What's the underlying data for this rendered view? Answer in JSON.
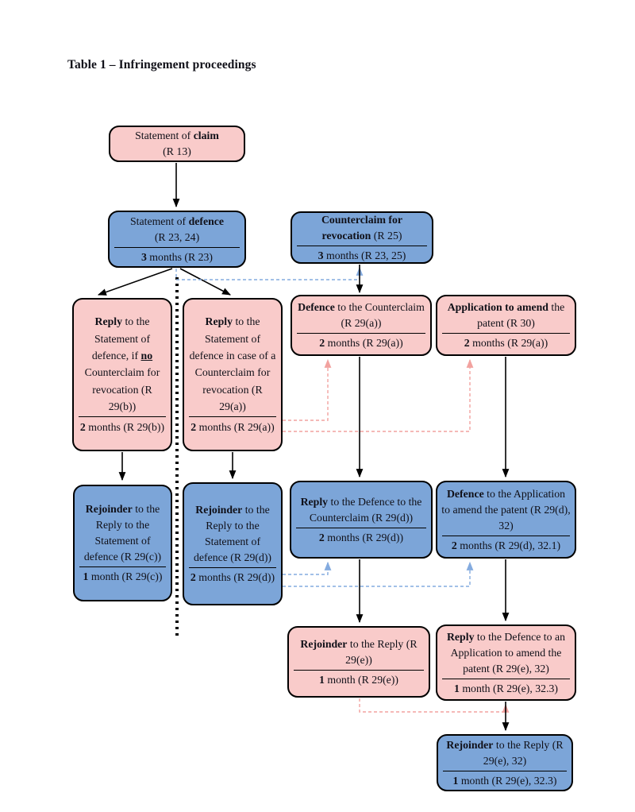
{
  "title": "Table 1 – Infringement proceedings",
  "colors": {
    "pink_fill": "#f9cbca",
    "blue_fill": "#7ca5d8",
    "pink_arrow": "#f2a29f",
    "blue_arrow": "#84abdf",
    "line": "#000000"
  },
  "nodes": {
    "claim": {
      "t1": "Statement of ",
      "b1": "claim",
      "t2": "(R 13)"
    },
    "defence": {
      "t1": "Statement of ",
      "b1": "defence",
      "t2": "(R 23, 24)",
      "n": "3",
      "m": " months (R 23)"
    },
    "counterclaim": {
      "b1": "Counterclaim for revocation",
      "t1": " (R 25)",
      "n": "3",
      "m": " months (R 23, 25)"
    },
    "reply_no_cc": {
      "b1": "Reply",
      "t1": " to the Statement of defence, if ",
      "b2": "no",
      "t2": " Counterclaim for revocation (R 29(b))",
      "n": "2",
      "m": " months (R 29(b))"
    },
    "reply_cc": {
      "b1": "Reply",
      "t1": " to the Statement of defence in case of a Counterclaim for revocation (R 29(a))",
      "n": "2",
      "m": " months (R 29(a))"
    },
    "defence_cc": {
      "b1": "Defence",
      "t1": " to the Counterclaim (R 29(a))",
      "n": "2",
      "m": " months (R 29(a))"
    },
    "app_amend": {
      "b1": "Application to amend",
      "t1": " the patent (R 30)",
      "n": "2",
      "m": " months (R 29(a))"
    },
    "rejoinder_c": {
      "b1": "Rejoinder",
      "t1": " to the Reply to the Statement of defence (R 29(c))",
      "n": "1",
      "m": " month (R 29(c))"
    },
    "rejoinder_d": {
      "b1": "Rejoinder",
      "t1": " to the Reply to the Statement of defence (R 29(d))",
      "n": "2",
      "m": " months (R 29(d))"
    },
    "reply_def_cc": {
      "b1": "Reply",
      "t1": " to the Defence to the Counterclaim (R 29(d))",
      "n": "2",
      "m": " months (R 29(d))"
    },
    "def_app": {
      "b1": "Defence",
      "t1": " to the Application to amend the patent (R 29(d), 32)",
      "n": "2",
      "m": " months (R 29(d), 32.1)"
    },
    "rejoinder_e": {
      "b1": "Rejoinder",
      "t1": " to the Reply (R 29(e))",
      "n": "1",
      "m": " month (R 29(e))"
    },
    "reply_def_app": {
      "b1": "Reply",
      "t1": " to the Defence to an Application to amend the patent (R 29(e), 32)",
      "n": "1",
      "m": " month (R 29(e), 32.3)"
    },
    "rejoinder_e32": {
      "b1": "Rejoinder",
      "t1": " to the Reply (R 29(e), 32)",
      "n": "1",
      "m": " month (R 29(e), 32.3)"
    }
  }
}
